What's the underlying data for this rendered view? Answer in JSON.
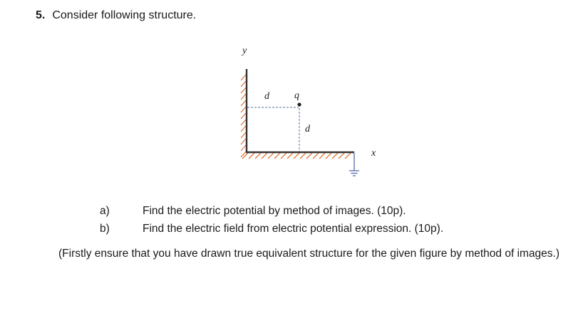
{
  "question": {
    "number": "5.",
    "text": "Consider following structure."
  },
  "figure": {
    "axis_y_label": "y",
    "axis_x_label": "x",
    "horizontal_distance_label": "d",
    "vertical_distance_label": "d",
    "charge_label": "q"
  },
  "items": [
    {
      "letter": "a)",
      "text": "Find the electric potential by method of images. (10p)."
    },
    {
      "letter": "b)",
      "text": "Find the electric field from electric potential expression. (10p)."
    }
  ],
  "note": "(Firstly ensure that you have drawn true equivalent structure for the given figure by method of images.)",
  "colors": {
    "hatch": "#e07a3c",
    "plate": "#333333",
    "dashed": "#5a6ea0",
    "ground": "#4a5fa0"
  }
}
